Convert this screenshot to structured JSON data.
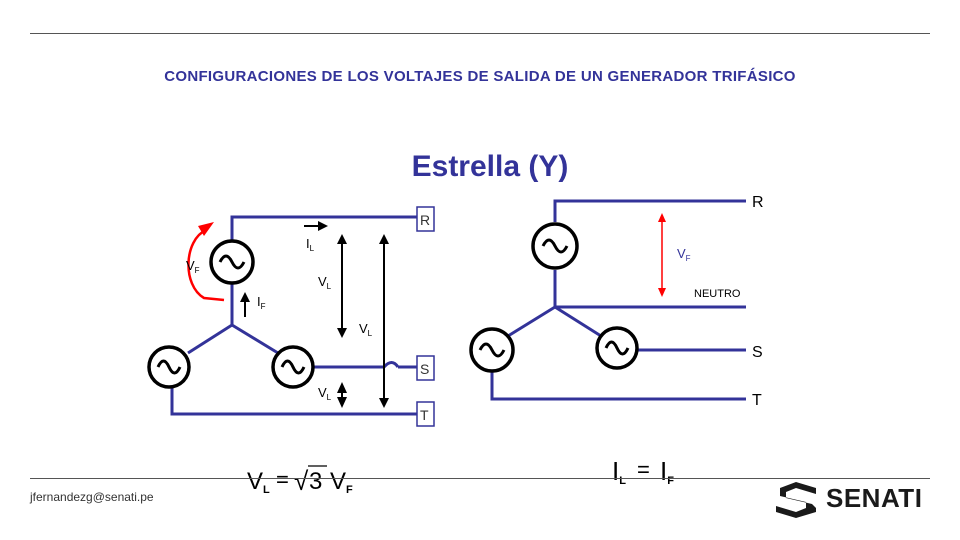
{
  "header": {
    "title": "CONFIGURACIONES DE LOS VOLTAJES DE SALIDA DE UN GENERADOR TRIFÁSICO",
    "subtitle": "Estrella (Y)"
  },
  "left_diagram": {
    "terminals": [
      "R",
      "S",
      "T"
    ],
    "labels": {
      "vf": "V",
      "vf_sub": "F",
      "if": "I",
      "if_sub": "F",
      "il": "I",
      "il_sub": "L",
      "vl1": "V",
      "vl1_sub": "L",
      "vl2": "V",
      "vl2_sub": "L",
      "vl3": "V",
      "vl3_sub": "L"
    }
  },
  "right_diagram": {
    "terminals": [
      "R",
      "NEUTRO",
      "S",
      "T"
    ],
    "vf": "V",
    "vf_sub": "F"
  },
  "formulas": {
    "voltage": {
      "lhs": "V",
      "lhs_sub": "L",
      "eq": "=",
      "root": "√",
      "coef": "3",
      "rhs": "V",
      "rhs_sub": "F"
    },
    "current": {
      "lhs": "I",
      "lhs_sub": "L",
      "eq": "=",
      "rhs": "I",
      "rhs_sub": "F"
    }
  },
  "footer": {
    "email": "jfernandezg@senati.pe",
    "logo": "SENATI"
  },
  "colors": {
    "wire": "#333399",
    "title": "#333399",
    "arrow_red": "#ff0000",
    "logo": "#1a1a1a"
  }
}
